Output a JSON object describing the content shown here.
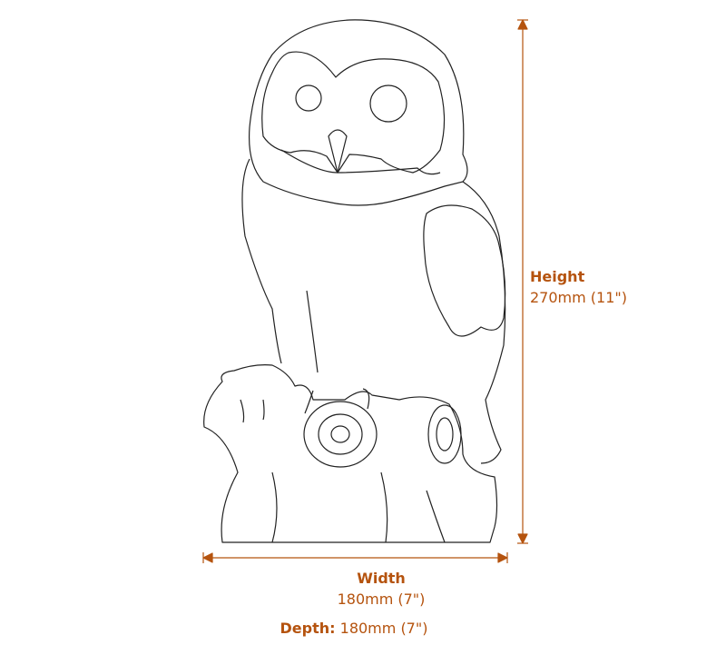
{
  "accent_color": "#b5530e",
  "dimensions": {
    "height": {
      "label": "Height",
      "value": "270mm (11\")"
    },
    "width": {
      "label": "Width",
      "value": "180mm (7\")"
    },
    "depth": {
      "label": "Depth:",
      "value": "180mm (7\")"
    }
  },
  "illustration": "owl-on-stump-line-drawing"
}
